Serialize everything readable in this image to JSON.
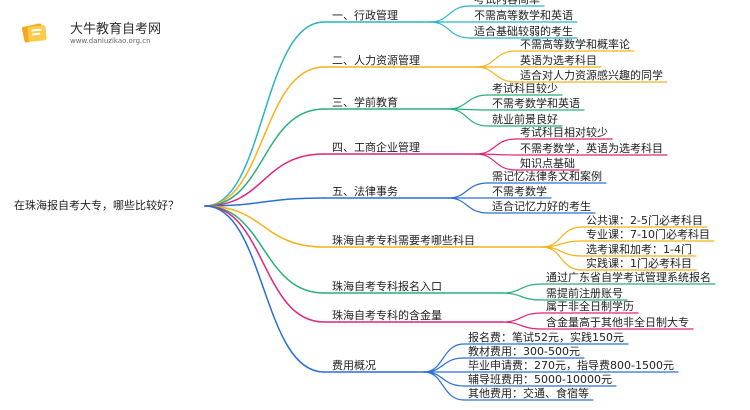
{
  "logo": {
    "title": "大牛教育自考网",
    "url": "www.daniuzikao.org.cn"
  },
  "mindmap": {
    "root": "在珠海报自考大专，哪些比较好？",
    "branches": [
      {
        "label": "一、行政管理",
        "color": "#2bb3c9",
        "children": [
          "考试内容简单",
          "不需高等数学和英语",
          "适合基础较弱的考生"
        ]
      },
      {
        "label": "二、人力资源管理",
        "color": "#f5b21b",
        "children": [
          "不需高等数学和概率论",
          "英语为选考科目",
          "适合对人力资源感兴趣的同学"
        ]
      },
      {
        "label": "三、学前教育",
        "color": "#27b07a",
        "children": [
          "考试科目较少",
          "不需考数学和英语",
          "就业前景良好"
        ]
      },
      {
        "label": "四、工商企业管理",
        "color": "#e0247a",
        "children": [
          "考试科目相对较少",
          "不需考数学，英语为选考科目",
          "知识点基础"
        ]
      },
      {
        "label": "五、法律事务",
        "color": "#2a6fd6",
        "children": [
          "需记忆法律条文和案例",
          "不需考数学",
          "适合记忆力好的考生"
        ]
      },
      {
        "label": "珠海自考专科需要考哪些科目",
        "color": "#f5b21b",
        "children": [
          "公共课：2-5门必考科目",
          "专业课：7-10门必考科目",
          "选考课和加考：1-4门",
          "实践课：1门必考科目"
        ]
      },
      {
        "label": "珠海自考专科报名入口",
        "color": "#27b07a",
        "children": [
          "通过广东省自学考试管理系统报名",
          "需提前注册账号"
        ]
      },
      {
        "label": "珠海自考专科的含金量",
        "color": "#e0247a",
        "children": [
          "属于非全日制学历",
          "含金量高于其他非全日制大专"
        ]
      },
      {
        "label": "费用概况",
        "color": "#2a6fd6",
        "children": [
          "报名费：笔试52元，实践150元",
          "教材费用：300-500元",
          "毕业申请费：270元，指导费800-1500元",
          "辅导班费用：5000-10000元",
          "其他费用：交通、食宿等"
        ]
      }
    ]
  }
}
